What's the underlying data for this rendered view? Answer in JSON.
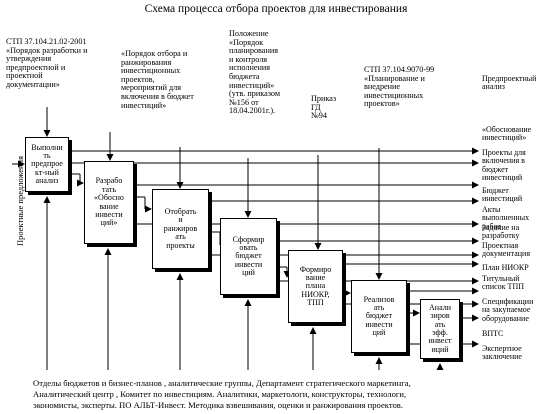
{
  "title": "Схема процесса отбора проектов для инвестирования",
  "input_label": "Проектные предложения",
  "controls": [
    "СТП 37.104.21.02-2001\n«Порядок разработки и\nутверждения\nпредпроектной и\nпроектной\nдокументации»",
    "«Порядок отбора и\nранжирования\nинвестиционных\nпроектов,\nмероприятий для\nвключения в бюджет\nинвестиций»",
    "Положение\n«Порядок\nпланирования\nи контроля\nисполнения\nбюджета\nинвестиций»\n(утв. приказом\n№156 от\n18.04.2001г.).",
    "Приказ\nГД\n№94",
    "СТП 37.104.9070-99\n«Планирование и\nвнедрение\nинвестиционных\nпроектов»"
  ],
  "boxes": [
    "Выполни\nть\nпредпроe\nкт-ный\nанализ",
    "Разрабо\nтать\n«Обосно\nвание\nинвести\nций»",
    "Отобрать\nи\nранжиров\nать\nпроекты",
    "Сформир\nовать\nбюджет\nинвести\nций",
    "Формиро\nвание\nплана\nНИОКР,\nТПП",
    "Реализов\nать\nбюджет\nинвести\nций",
    "Анали\nзиров\nать\nэфф.\nинвест\nиций"
  ],
  "outputs": [
    "Предпроектный\nанализ",
    "«Обоснование\nинвестиций»",
    "Проекты  для\nвключения в\nбюджет\nинвестиций",
    "Бюджет\nинвестиций",
    "Акты\nвыполненных\nработ",
    "Задание на\nразработку",
    "Проектная\nдокументация",
    "План НИОКР",
    "Титульный\nсписок  ТПП",
    "Спецификации\nна закупаемое\nоборудование",
    "ВПТС",
    "Экспертное\nзаключение"
  ],
  "mechanism": "Отделы бюджетов и бизнес-планов , аналитические группы, Департамент стратегического маркетинга,\nАналитический центр , Комитет по инвестициям.  Аналитики, маркетологи, конструкторы, технологи,\nэкономисты, эксперты. ПО АЛЬТ-Инвест. Методика взвешивания, оценки и ранжирования проектов."
}
